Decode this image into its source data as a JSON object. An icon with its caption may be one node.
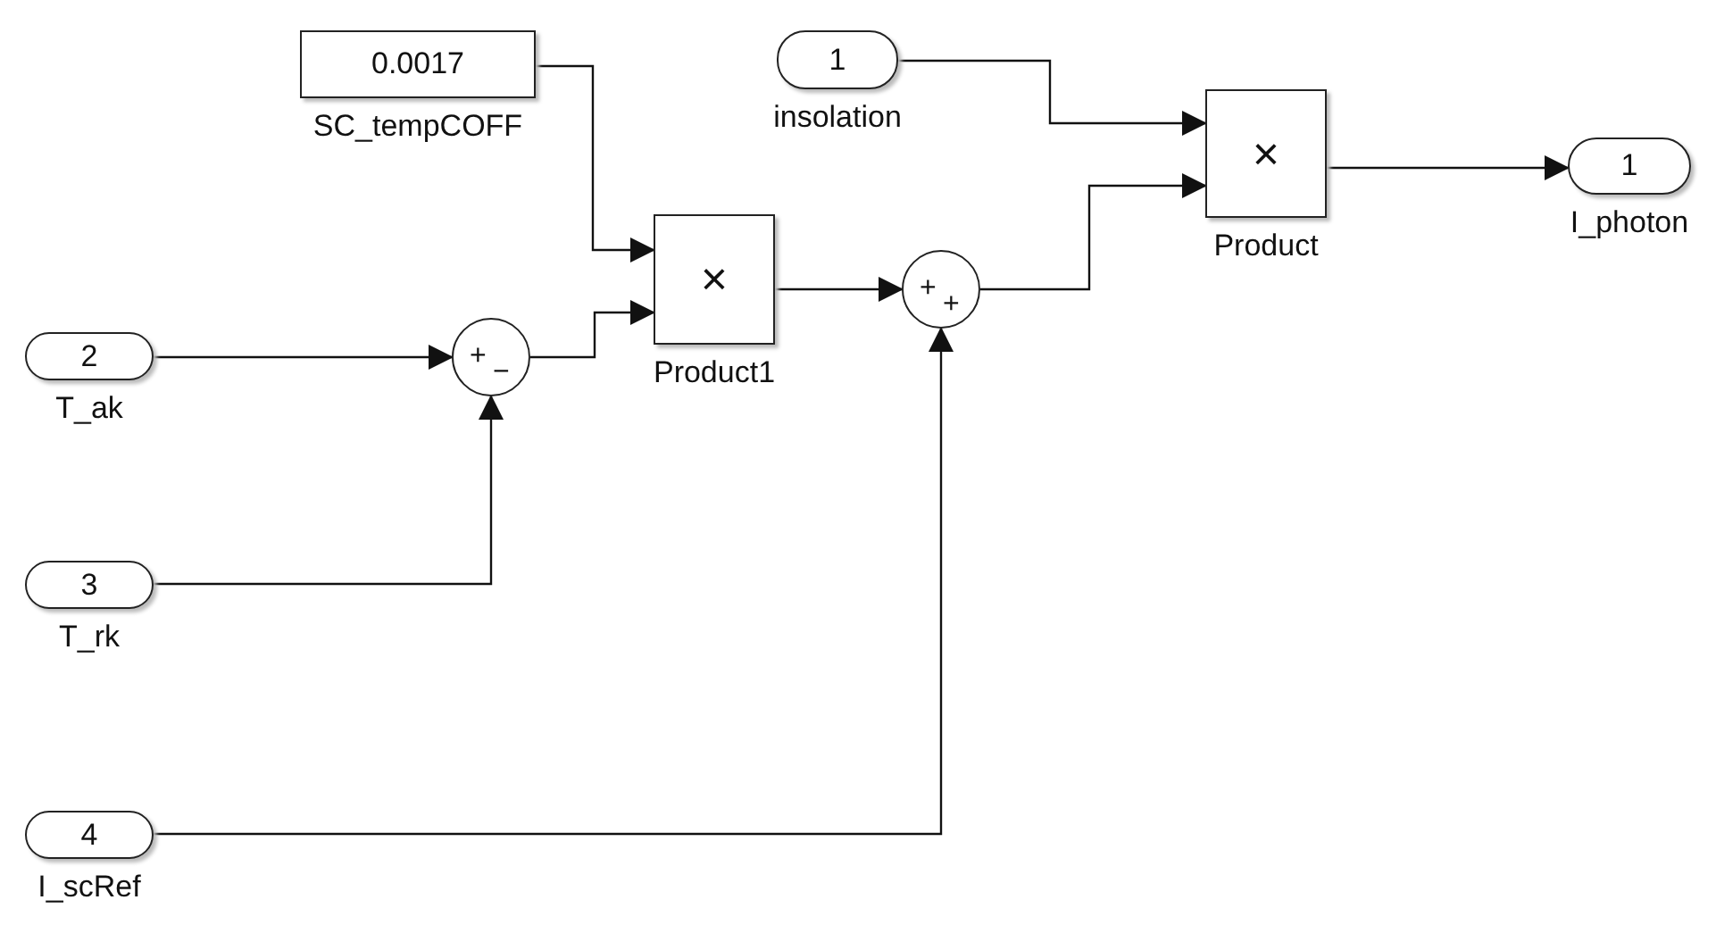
{
  "diagram": {
    "nodes": [
      {
        "text": [
          "0.0017"
        ],
        "beside": [
          "SC_tempCOFF"
        ]
      },
      {
        "text": [
          "1"
        ],
        "beside": [
          "insolation"
        ]
      },
      {
        "text": [
          "×"
        ],
        "beside": [
          "Product"
        ]
      },
      {
        "text": [
          "1"
        ],
        "beside": [
          "I_photon"
        ]
      },
      {
        "text": [
          "2"
        ],
        "beside": [
          "T_ak"
        ]
      },
      {
        "text": [
          "+",
          "−"
        ]
      },
      {
        "text": [
          "×"
        ],
        "beside": [
          "Product1"
        ]
      },
      {
        "text": [
          "+",
          "+"
        ]
      },
      {
        "text": [
          "3"
        ],
        "beside": [
          "T_rk"
        ]
      },
      {
        "text": [
          "4"
        ],
        "beside": [
          "I_scRef"
        ]
      }
    ],
    "edges": [
      {
        "from": 0,
        "to": 6,
        "arrow": "to"
      },
      {
        "from": 1,
        "to": 2,
        "arrow": "to"
      },
      {
        "from": 2,
        "to": 3,
        "arrow": "to"
      },
      {
        "from": 4,
        "to": 5,
        "arrow": "to"
      },
      {
        "from": 8,
        "to": 5,
        "arrow": "to"
      },
      {
        "from": 5,
        "to": 6,
        "arrow": "to"
      },
      {
        "from": 6,
        "to": 7,
        "arrow": "to"
      },
      {
        "from": 9,
        "to": 7,
        "arrow": "to"
      },
      {
        "from": 7,
        "to": 2,
        "arrow": "to"
      }
    ]
  }
}
